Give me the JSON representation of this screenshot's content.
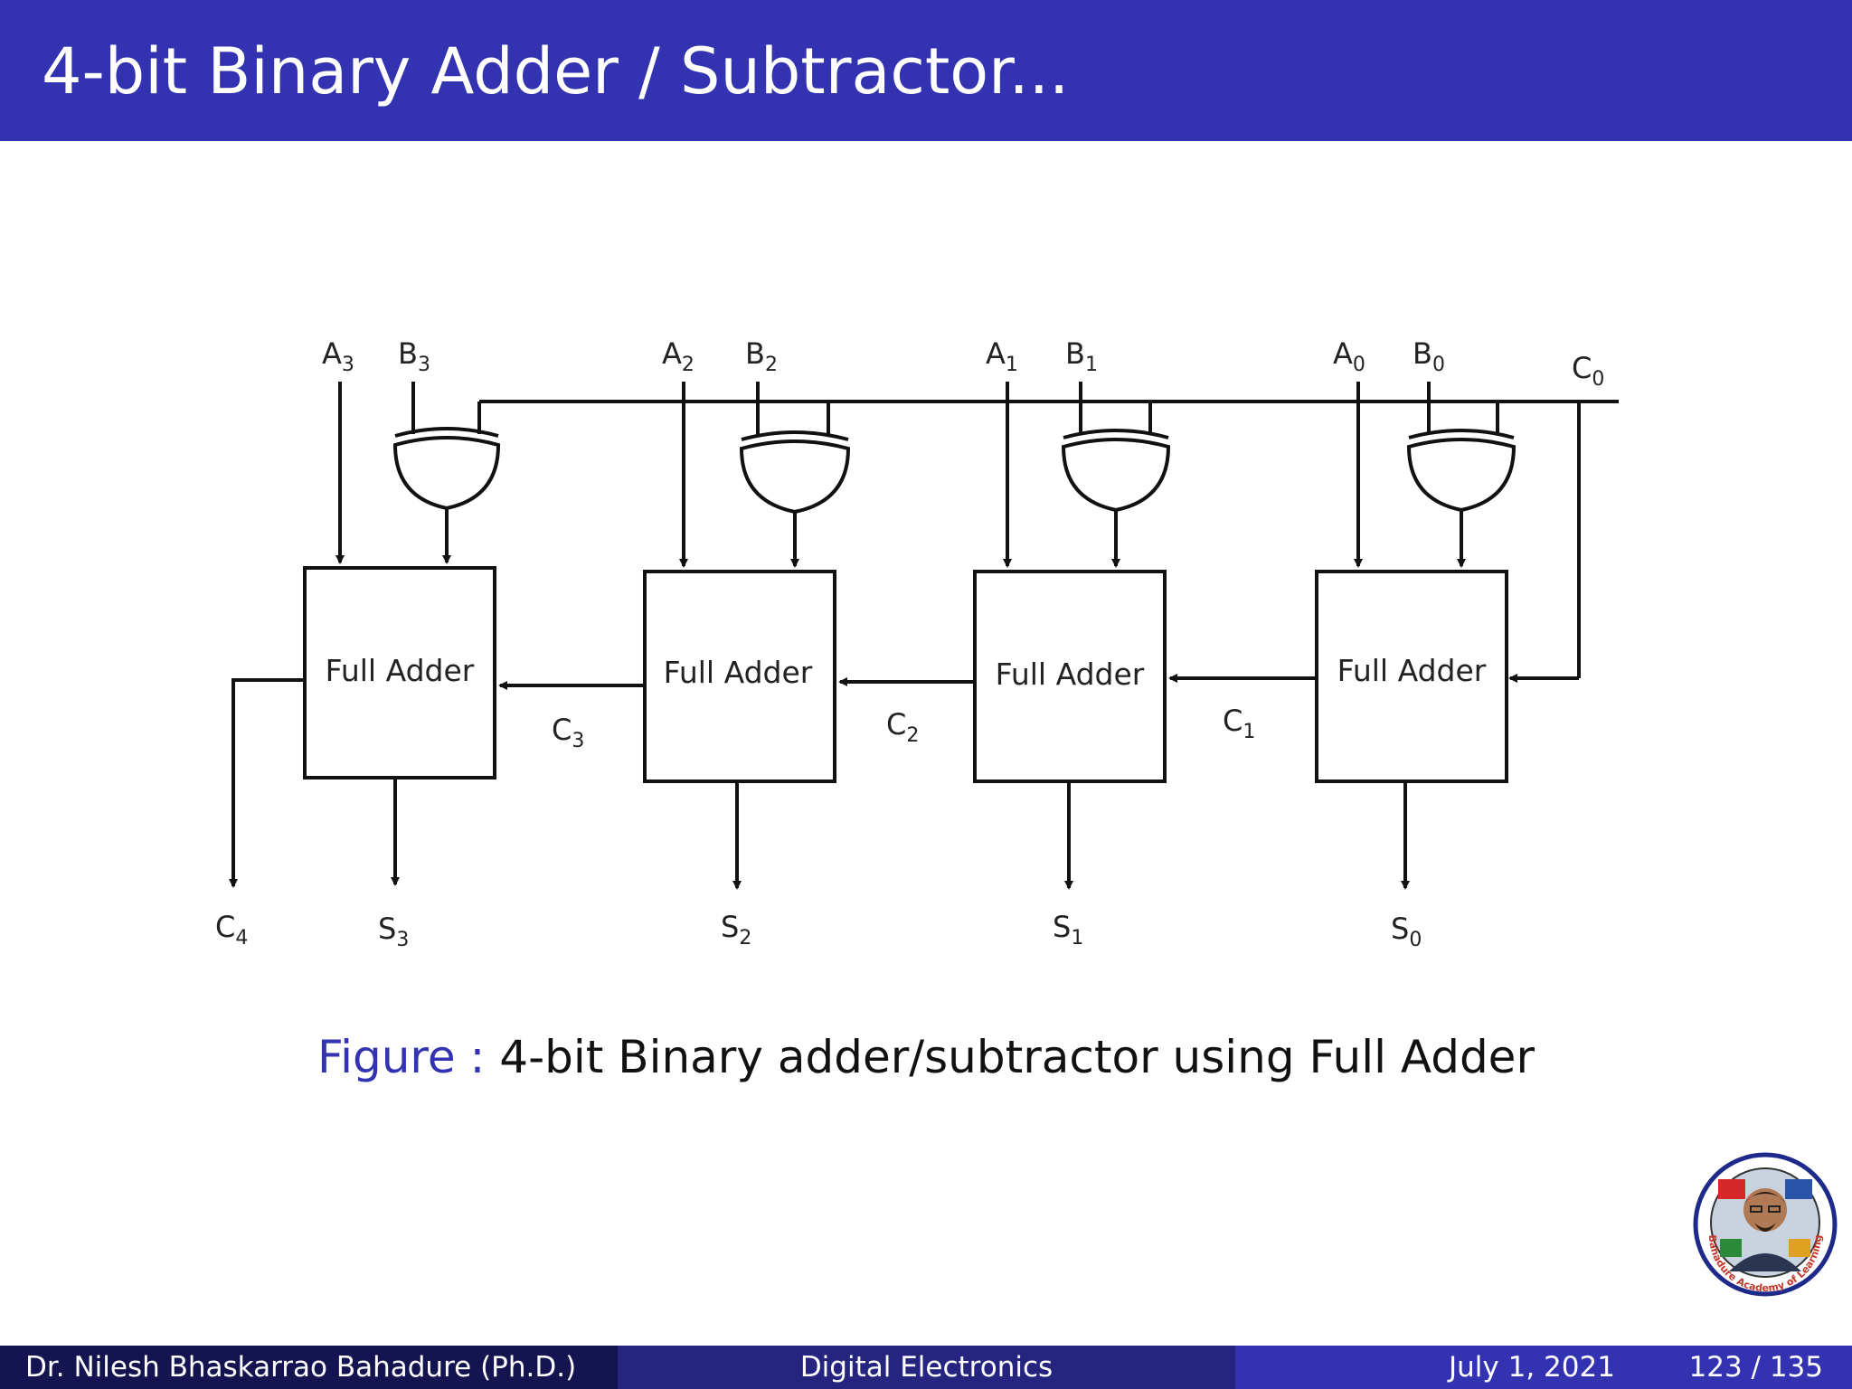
{
  "slide": {
    "title": "4-bit Binary Adder / Subtractor..."
  },
  "diagram": {
    "block_label": "Full Adder",
    "inputs_top": [
      {
        "a": "A",
        "a_sub": "3",
        "b": "B",
        "b_sub": "3"
      },
      {
        "a": "A",
        "a_sub": "2",
        "b": "B",
        "b_sub": "2"
      },
      {
        "a": "A",
        "a_sub": "1",
        "b": "B",
        "b_sub": "1"
      },
      {
        "a": "A",
        "a_sub": "0",
        "b": "B",
        "b_sub": "0"
      }
    ],
    "carry_in": {
      "base": "C",
      "sub": "0"
    },
    "carry_labels": [
      {
        "base": "C",
        "sub": "3"
      },
      {
        "base": "C",
        "sub": "2"
      },
      {
        "base": "C",
        "sub": "1"
      }
    ],
    "carry_out": {
      "base": "C",
      "sub": "4"
    },
    "sums": [
      {
        "base": "S",
        "sub": "3"
      },
      {
        "base": "S",
        "sub": "2"
      },
      {
        "base": "S",
        "sub": "1"
      },
      {
        "base": "S",
        "sub": "0"
      }
    ]
  },
  "caption": {
    "prefix": "Figure :",
    "text": "4-bit Binary adder/subtractor using Full Adder"
  },
  "logo": {
    "text": "Bahadure Academy of Learning"
  },
  "footer": {
    "author": "Dr. Nilesh Bhaskarrao Bahadure (Ph.D.)",
    "course": "Digital Electronics",
    "date": "July 1, 2021",
    "page": "123 / 135"
  }
}
